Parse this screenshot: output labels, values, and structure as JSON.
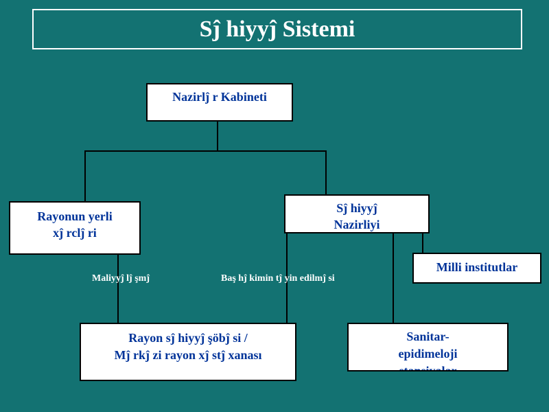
{
  "title": "Sĵ hiyyĵ  Sistemi",
  "nodes": {
    "cabinet": "Nazirlĵ r Kabineti",
    "local_line1": "Rayonun yerli",
    "local_line2": "xĵ rclĵ ri",
    "ministry_line1": "Sĵ hiyyĵ",
    "ministry_line2": "Nazirliyi",
    "institutes": "Milli institutlar",
    "district_line1": "Rayon sĵ hiyyĵ  şöbĵ si /",
    "district_line2": "Mĵ rkĵ zi rayon xĵ stĵ xanası",
    "sanitary_line1": "Sanitar-",
    "sanitary_line2": "epidimeloji",
    "sanitary_line3": "stansiyalar"
  },
  "edge_labels": {
    "financing": "Maliyyĵ lĵ şmĵ",
    "appointment": "Baş hĵ kimin tĵ yin edilmĵ si"
  },
  "colors": {
    "background": "#137272",
    "node_text": "#003399",
    "lines": "#000000",
    "title_text": "#ffffff"
  }
}
